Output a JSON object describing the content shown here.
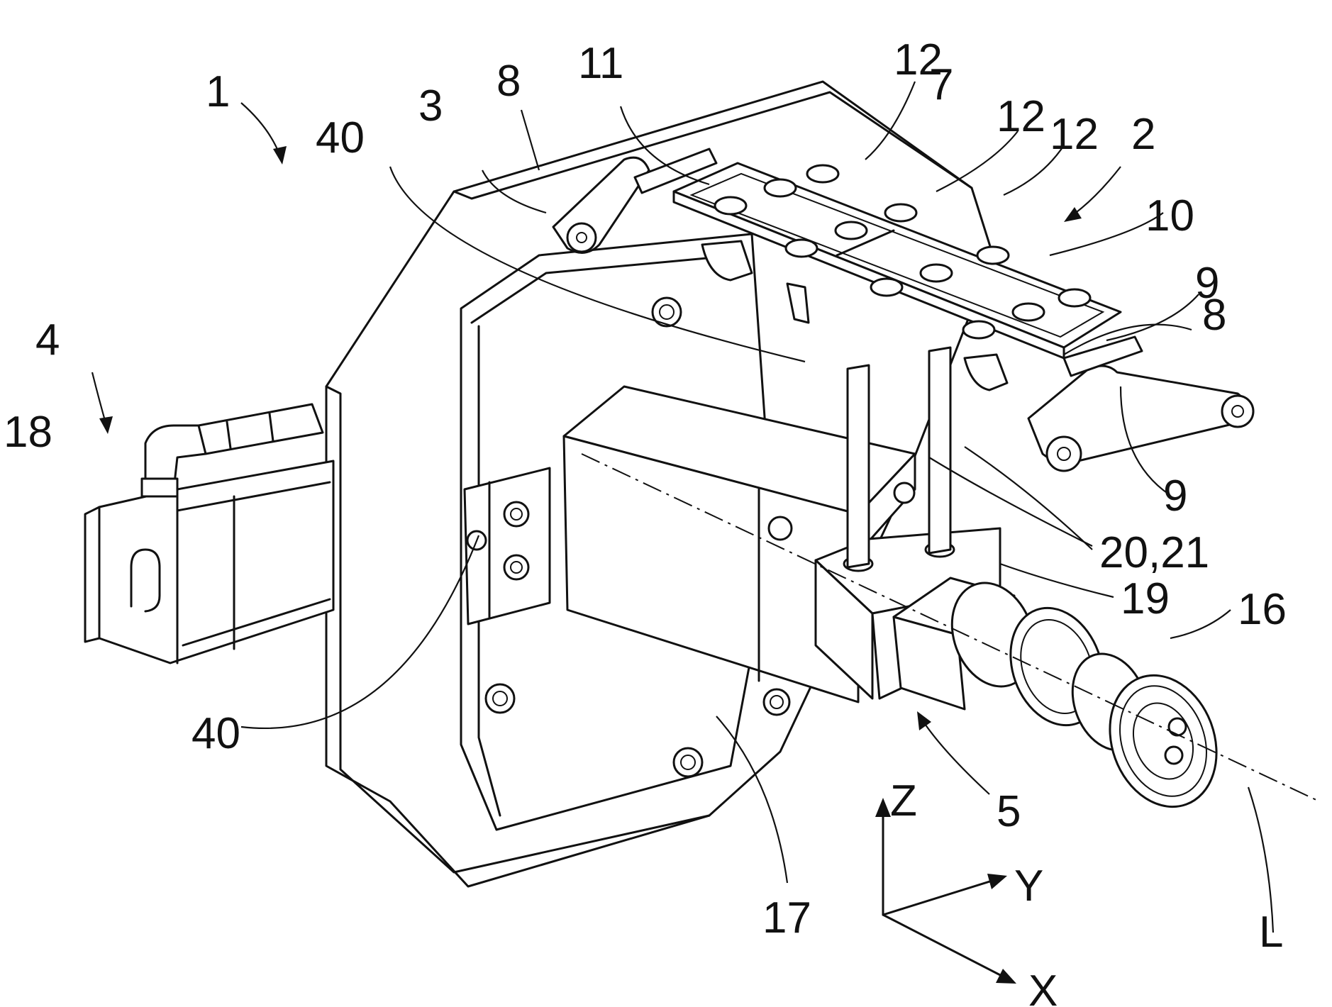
{
  "figure": {
    "labels": {
      "ref_1": "1",
      "ref_2": "2",
      "ref_3": "3",
      "ref_4": "4",
      "ref_5": "5",
      "ref_7": "7",
      "ref_8_left": "8",
      "ref_8_right": "8",
      "ref_9_upper": "9",
      "ref_9_lower": "9",
      "ref_10": "10",
      "ref_11": "11",
      "ref_12_a": "12",
      "ref_12_b": "12",
      "ref_12_c": "12",
      "ref_16": "16",
      "ref_17": "17",
      "ref_18": "18",
      "ref_19": "19",
      "ref_20_21": "20,21",
      "ref_40_top": "40",
      "ref_40_bottom": "40",
      "axis_L": "L",
      "axis_x": "X",
      "axis_y": "Y",
      "axis_z": "Z"
    }
  }
}
